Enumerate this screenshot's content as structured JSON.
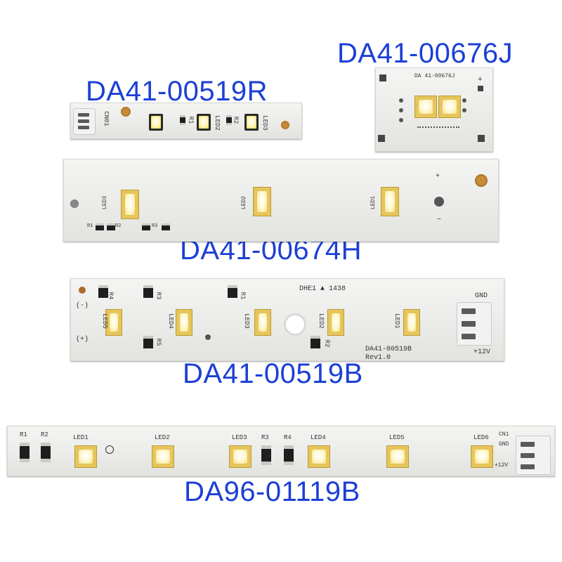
{
  "labels": {
    "b1": "DA41-00519R",
    "b2": "DA41-00676J",
    "b3": "DA41-00674H",
    "b4": "DA41-00519B",
    "b5": "DA96-01119B"
  },
  "silk": {
    "b1": {
      "cn": "CN01",
      "r1": "R1",
      "r2": "R2",
      "led2": "LED2",
      "led3": "LED3"
    },
    "b2": {
      "code": "DA 41-00676J"
    },
    "b3": {
      "led3": "LED3",
      "led2": "LED2",
      "led1": "LED1",
      "r1": "R1",
      "r2": "R2",
      "r3": "R3"
    },
    "b4": {
      "code_top": "DHE1 ▲ 1438",
      "gnd": "GND",
      "v12": "+12V",
      "led1": "LED1",
      "led2": "LED2",
      "led3": "LED3",
      "led4": "LED4",
      "led5": "LED5",
      "r1": "R1",
      "r2": "R2",
      "r3": "R3",
      "r4": "R4",
      "r5": "R5",
      "part": "DA41-00519B",
      "rev": "Rev1.0",
      "minus": "(-)",
      "plus": "(+)"
    },
    "b5": {
      "r1": "R1",
      "r2": "R2",
      "r3": "R3",
      "r4": "R4",
      "led1": "LED1",
      "led2": "LED2",
      "led3": "LED3",
      "led4": "LED4",
      "led5": "LED5",
      "led6": "LED6",
      "cn1": "CN1",
      "gnd": "GND",
      "v12": "+12V"
    }
  }
}
